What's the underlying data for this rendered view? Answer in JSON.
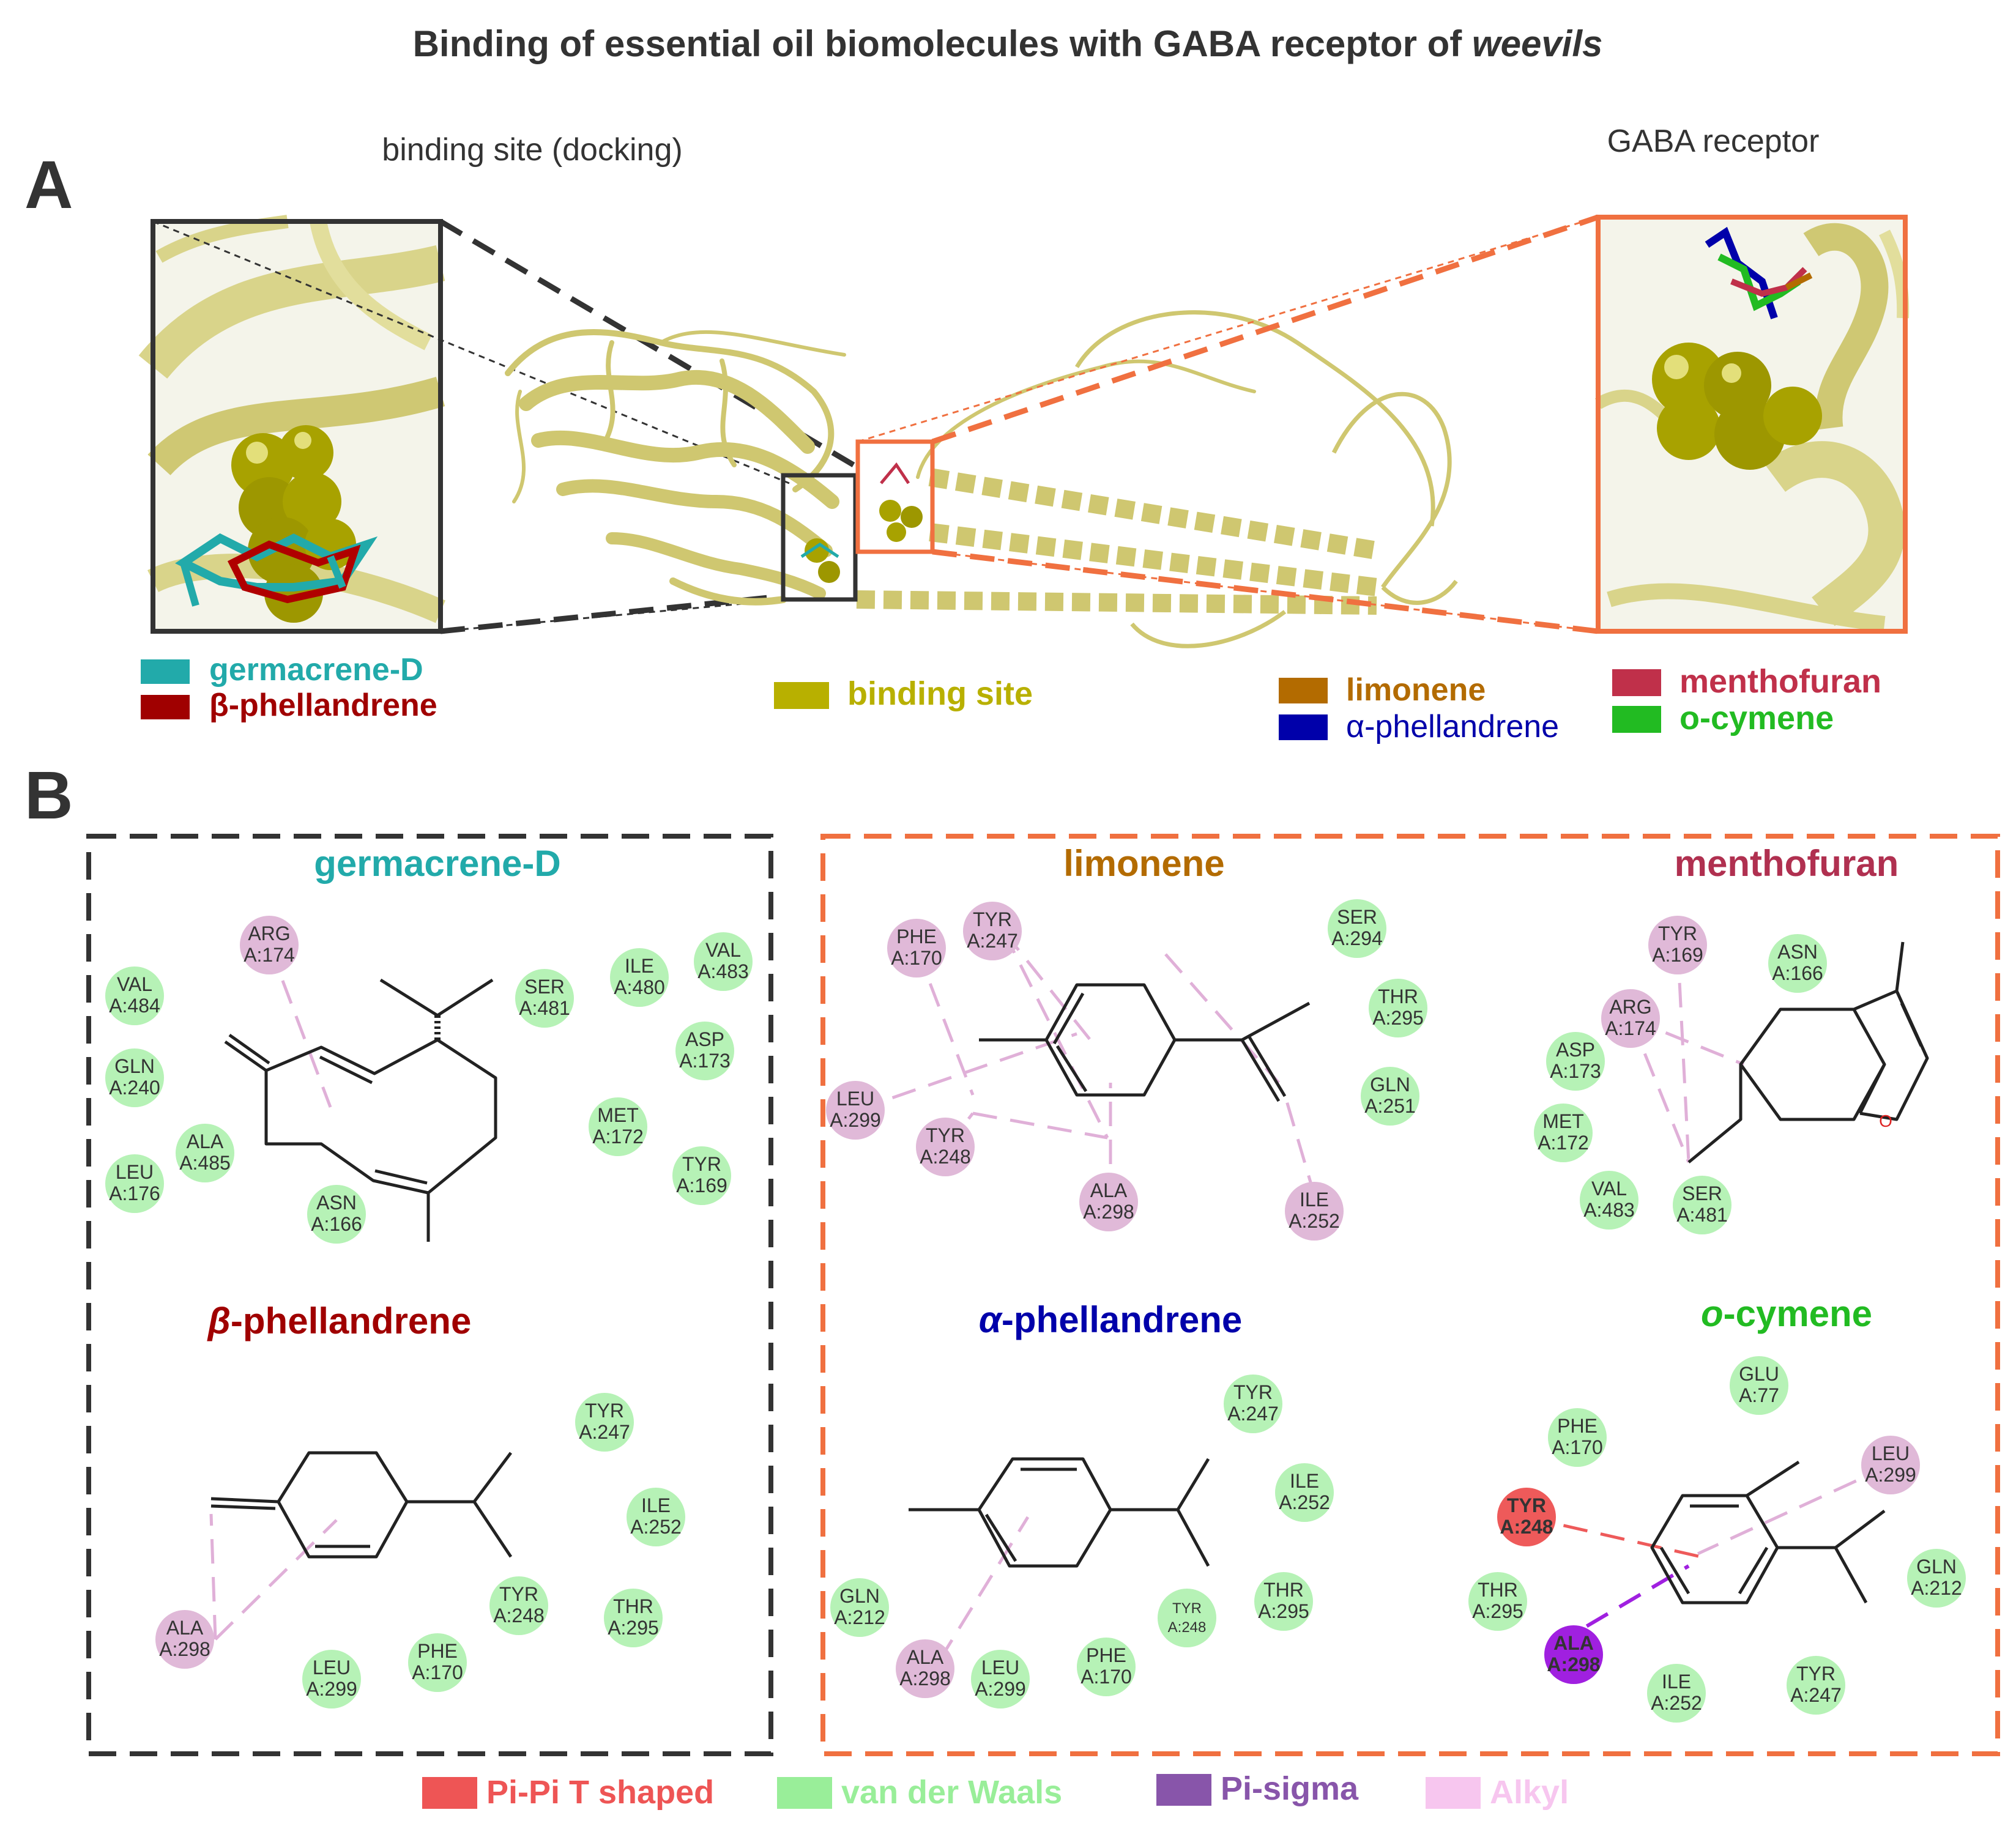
{
  "title": {
    "main": "Binding of essential oil biomolecules with GABA receptor of ",
    "italic": "weevils"
  },
  "panelA": {
    "label": "A",
    "left_caption": "binding site (docking)",
    "right_caption": "GABA  receptor",
    "legend": [
      {
        "label": "germacrene-D",
        "color": "#22aaaa"
      },
      {
        "label": "β-phellandrene",
        "color": "#a00000"
      },
      {
        "label": "binding site",
        "color": "#b8b000"
      },
      {
        "label": "limonene",
        "color": "#b36b00"
      },
      {
        "label": "α-phellandrene",
        "color": "#0000aa"
      },
      {
        "label": "menthofuran",
        "color": "#c0304a"
      },
      {
        "label": "o-cymene",
        "color": "#22bb22"
      }
    ]
  },
  "panelB": {
    "label": "B",
    "molecules": {
      "germacrene": {
        "name": "germacrene-D",
        "color": "#22aaaa"
      },
      "bphell": {
        "prefix": "β",
        "name": "-phellandrene",
        "color": "#a00000"
      },
      "limonene": {
        "name": "limonene",
        "color": "#b36b00"
      },
      "menthofuran": {
        "name": "menthofuran",
        "color": "#b03050"
      },
      "aphell": {
        "prefix": "α",
        "name": "-phellandrene",
        "color": "#0000aa"
      },
      "ocymene": {
        "prefix": "o",
        "name": "-cymene",
        "color": "#22bb22"
      }
    },
    "residues": {
      "g": [
        {
          "n": "ARG",
          "p": "A:174",
          "t": "alkyl"
        },
        {
          "n": "VAL",
          "p": "A:484",
          "t": "vdw"
        },
        {
          "n": "GLN",
          "p": "A:240",
          "t": "vdw"
        },
        {
          "n": "ALA",
          "p": "A:485",
          "t": "vdw"
        },
        {
          "n": "LEU",
          "p": "A:176",
          "t": "vdw"
        },
        {
          "n": "ASN",
          "p": "A:166",
          "t": "vdw"
        },
        {
          "n": "SER",
          "p": "A:481",
          "t": "vdw"
        },
        {
          "n": "ILE",
          "p": "A:480",
          "t": "vdw"
        },
        {
          "n": "VAL",
          "p": "A:483",
          "t": "vdw"
        },
        {
          "n": "ASP",
          "p": "A:173",
          "t": "vdw"
        },
        {
          "n": "MET",
          "p": "A:172",
          "t": "vdw"
        },
        {
          "n": "TYR",
          "p": "A:169",
          "t": "vdw"
        }
      ],
      "b": [
        {
          "n": "TYR",
          "p": "A:247",
          "t": "vdw"
        },
        {
          "n": "ILE",
          "p": "A:252",
          "t": "vdw"
        },
        {
          "n": "THR",
          "p": "A:295",
          "t": "vdw"
        },
        {
          "n": "TYR",
          "p": "A:248",
          "t": "vdw"
        },
        {
          "n": "PHE",
          "p": "A:170",
          "t": "vdw"
        },
        {
          "n": "LEU",
          "p": "A:299",
          "t": "vdw"
        },
        {
          "n": "ALA",
          "p": "A:298",
          "t": "alkyl"
        }
      ],
      "l": [
        {
          "n": "PHE",
          "p": "A:170",
          "t": "alkyl"
        },
        {
          "n": "TYR",
          "p": "A:247",
          "t": "alkyl"
        },
        {
          "n": "LEU",
          "p": "A:299",
          "t": "alkyl"
        },
        {
          "n": "TYR",
          "p": "A:248",
          "t": "alkyl"
        },
        {
          "n": "ALA",
          "p": "A:298",
          "t": "alkyl"
        },
        {
          "n": "ILE",
          "p": "A:252",
          "t": "alkyl"
        },
        {
          "n": "SER",
          "p": "A:294",
          "t": "vdw"
        },
        {
          "n": "THR",
          "p": "A:295",
          "t": "vdw"
        },
        {
          "n": "GLN",
          "p": "A:251",
          "t": "vdw"
        }
      ],
      "m": [
        {
          "n": "TYR",
          "p": "A:169",
          "t": "alkyl"
        },
        {
          "n": "ASN",
          "p": "A:166",
          "t": "vdw"
        },
        {
          "n": "ARG",
          "p": "A:174",
          "t": "alkyl"
        },
        {
          "n": "ASP",
          "p": "A:173",
          "t": "vdw"
        },
        {
          "n": "MET",
          "p": "A:172",
          "t": "vdw"
        },
        {
          "n": "VAL",
          "p": "A:483",
          "t": "vdw"
        },
        {
          "n": "SER",
          "p": "A:481",
          "t": "vdw"
        }
      ],
      "a": [
        {
          "n": "TYR",
          "p": "A:247",
          "t": "vdw"
        },
        {
          "n": "ILE",
          "p": "A:252",
          "t": "vdw"
        },
        {
          "n": "THR",
          "p": "A:295",
          "t": "vdw"
        },
        {
          "n": "TYR",
          "p": "A:248",
          "t": "vdw"
        },
        {
          "n": "GLN",
          "p": "A:212",
          "t": "vdw"
        },
        {
          "n": "ALA",
          "p": "A:298",
          "t": "alkyl"
        },
        {
          "n": "LEU",
          "p": "A:299",
          "t": "vdw"
        },
        {
          "n": "PHE",
          "p": "A:170",
          "t": "vdw"
        }
      ],
      "o": [
        {
          "n": "GLU",
          "p": "A:77",
          "t": "vdw"
        },
        {
          "n": "PHE",
          "p": "A:170",
          "t": "vdw"
        },
        {
          "n": "LEU",
          "p": "A:299",
          "t": "alkyl"
        },
        {
          "n": "TYR",
          "p": "A:248",
          "t": "pipi"
        },
        {
          "n": "THR",
          "p": "A:295",
          "t": "vdw"
        },
        {
          "n": "ALA",
          "p": "A:298",
          "t": "pisigma"
        },
        {
          "n": "ILE",
          "p": "A:252",
          "t": "vdw"
        },
        {
          "n": "TYR",
          "p": "A:247",
          "t": "vdw"
        },
        {
          "n": "GLN",
          "p": "A:212",
          "t": "vdw"
        }
      ]
    },
    "atom_o": "O",
    "legend": [
      {
        "label": "Pi-Pi T shaped",
        "color": "#ee5555"
      },
      {
        "label": "van der Waals",
        "color": "#99ee99"
      },
      {
        "label": "Pi-sigma",
        "color": "#8855aa"
      },
      {
        "label": "Alkyl",
        "color": "#f7c6ef"
      }
    ]
  },
  "interaction_colors": {
    "vdw": "#b6f2b6",
    "alkyl": "#e0b9d8",
    "pipi": "#ee5a5a",
    "pisigma": "#a020e0"
  }
}
